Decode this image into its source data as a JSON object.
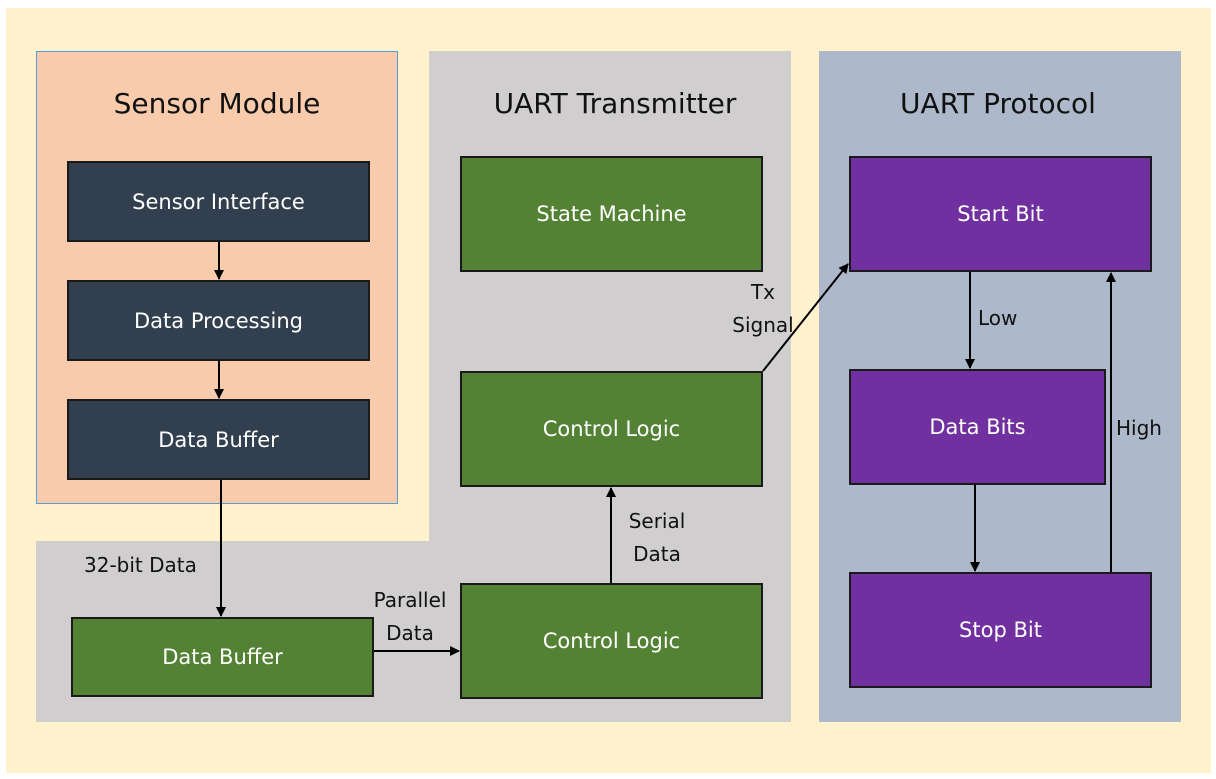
{
  "panels": {
    "sensor_module": {
      "title": "Sensor Module"
    },
    "uart_transmitter": {
      "title": "UART Transmitter"
    },
    "uart_protocol": {
      "title": "UART Protocol"
    }
  },
  "nodes": {
    "sensor_interface": "Sensor Interface",
    "data_processing": "Data Processing",
    "data_buffer_sensor": "Data Buffer",
    "data_buffer_tx": "Data Buffer",
    "state_machine": "State Machine",
    "control_logic_upper": "Control Logic",
    "control_logic_lower": "Control Logic",
    "start_bit": "Start Bit",
    "data_bits": "Data Bits",
    "stop_bit": "Stop Bit"
  },
  "edge_labels": {
    "bit32_data": "32-bit Data",
    "parallel_data_line1": "Parallel",
    "parallel_data_line2": "Data",
    "serial_data_line1": "Serial",
    "serial_data_line2": "Data",
    "tx_signal_line1": "Tx",
    "tx_signal_line2": "Signal",
    "low": "Low",
    "high": "High"
  },
  "colors": {
    "background": "#fff2cc",
    "sensor_panel": "#f8cbad",
    "uart_panel": "#d0cece",
    "protocol_panel": "#adb9ca",
    "dark_node": "#323f4f",
    "green_node": "#548235",
    "purple_node": "#7030a0"
  }
}
